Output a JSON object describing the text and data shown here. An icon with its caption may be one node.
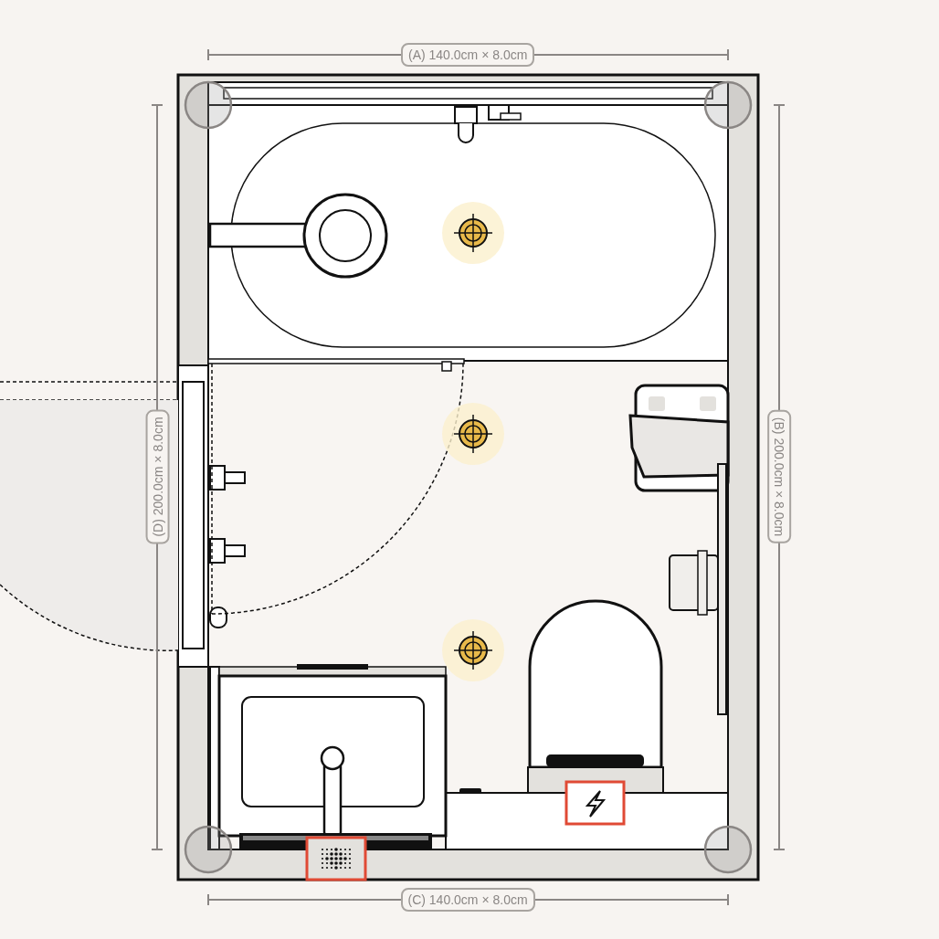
{
  "diagram": {
    "labels": [
      "(A) 140.0cm × 8.0cm",
      "(D) 200.0cm × 8.0cm",
      "(B) 200.0cm × 8.0cm",
      "(C) 140.0cm × 8.0cm"
    ]
  }
}
